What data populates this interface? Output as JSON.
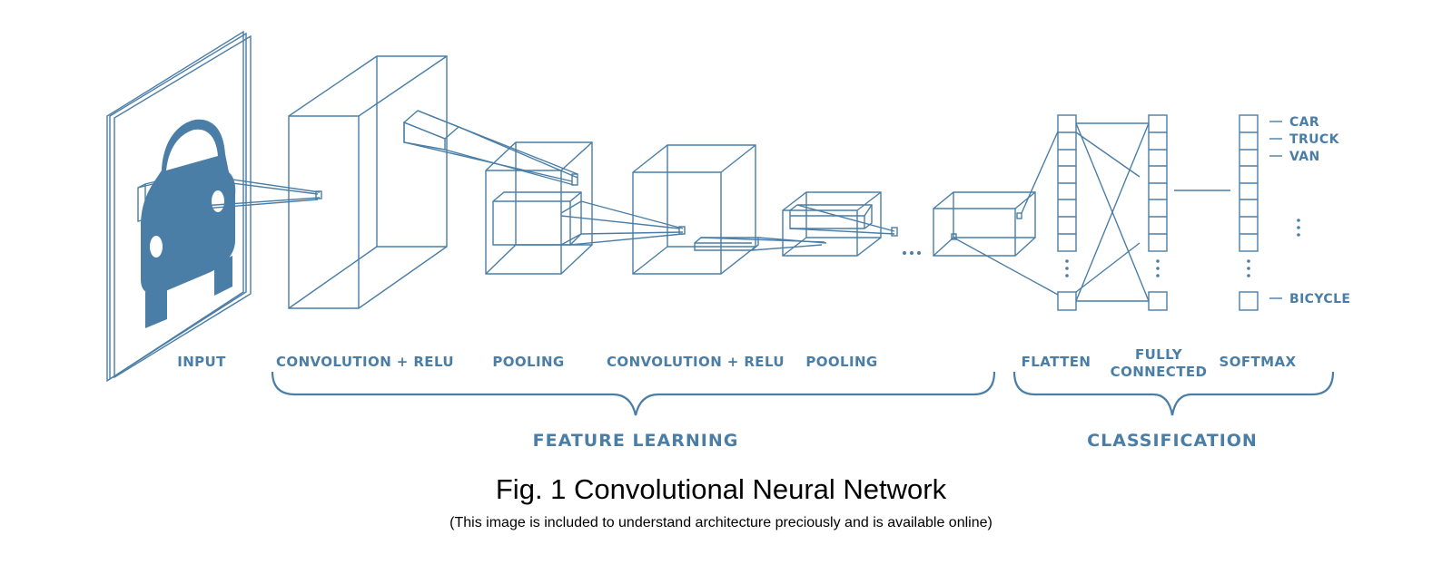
{
  "stages": {
    "input": "INPUT",
    "conv1": "CONVOLUTION + RELU",
    "pool1": "POOLING",
    "conv2": "CONVOLUTION + RELU",
    "pool2": "POOLING",
    "flatten": "FLATTEN",
    "fc_line1": "FULLY",
    "fc_line2": "CONNECTED",
    "softmax": "SOFTMAX"
  },
  "groups": {
    "feature_learning": "FEATURE LEARNING",
    "classification": "CLASSIFICATION"
  },
  "classes": [
    "CAR",
    "TRUCK",
    "VAN",
    "BICYCLE"
  ],
  "caption": {
    "title": "Fig. 1 Convolutional Neural Network",
    "note": "(This image is included to understand architecture preciously and is available online)"
  },
  "colors": {
    "accent": "#4a7ea6"
  }
}
